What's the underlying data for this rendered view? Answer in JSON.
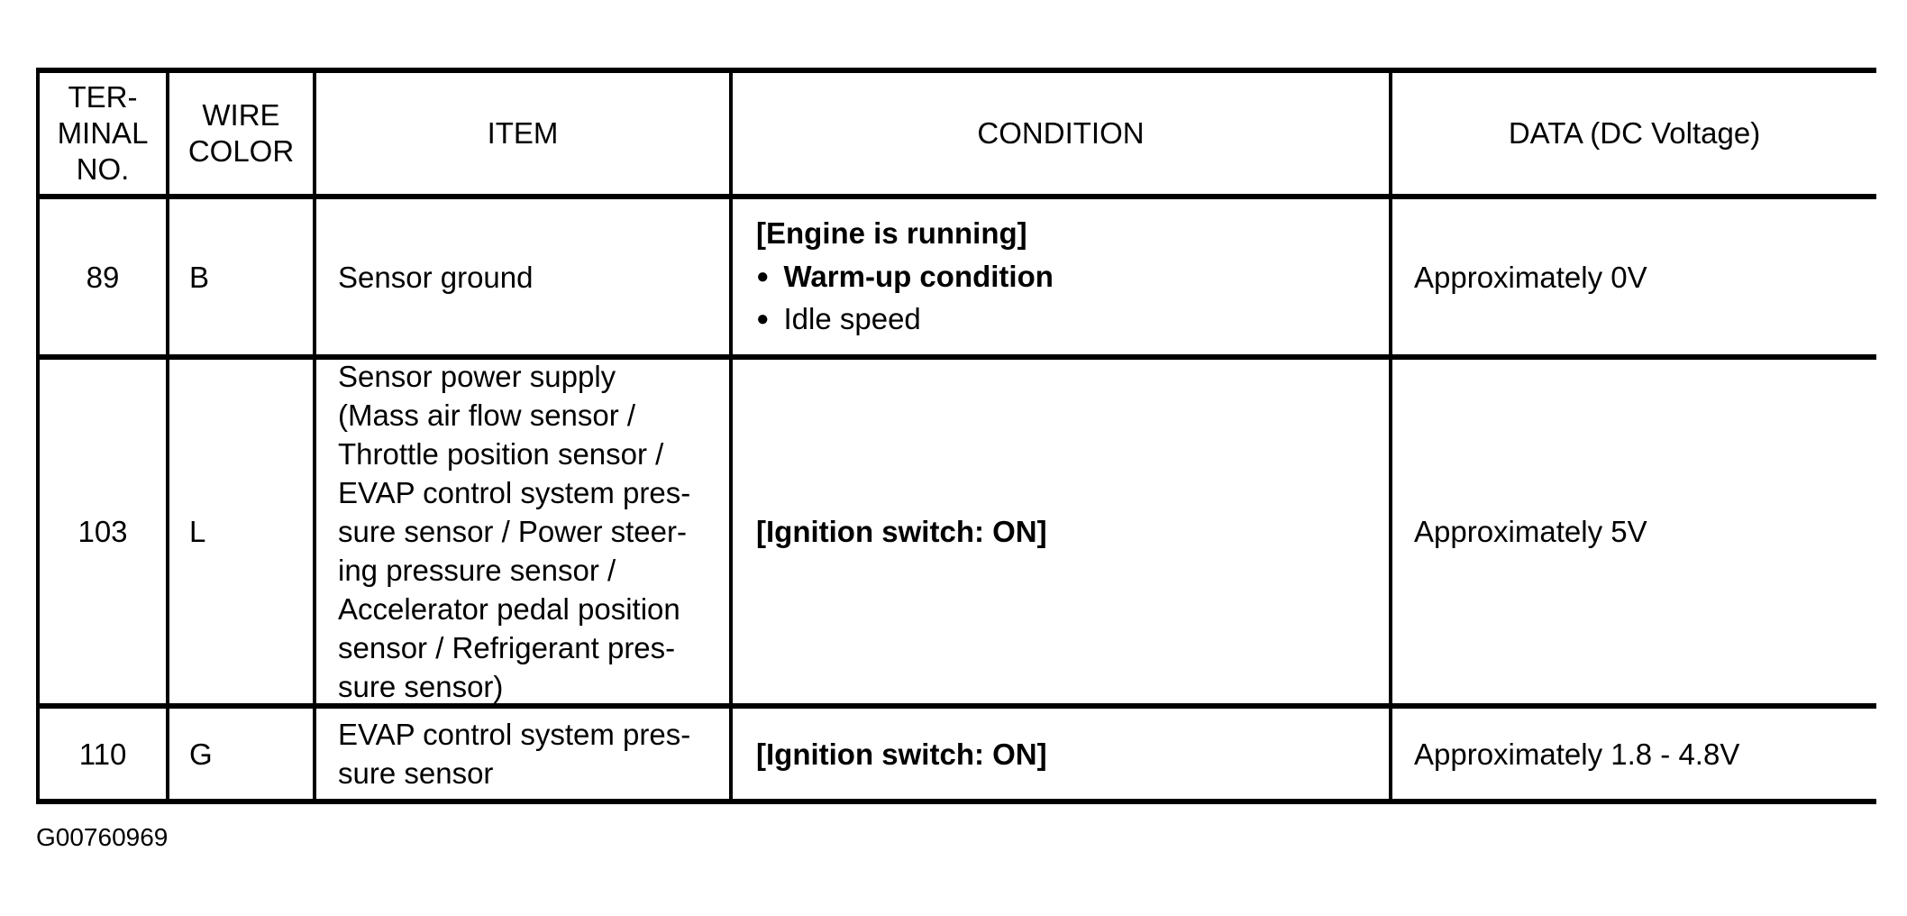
{
  "colors": {
    "ink": "#000000",
    "paper": "#ffffff"
  },
  "icons": {
    "bullet": "●"
  },
  "caption": "G00760969",
  "table": {
    "columns": [
      {
        "label": "TER-\nMINAL\nNO."
      },
      {
        "label": "WIRE\nCOLOR"
      },
      {
        "label": "ITEM"
      },
      {
        "label": "CONDITION"
      },
      {
        "label": "DATA (DC Voltage)"
      }
    ],
    "rows": [
      {
        "terminal": "89",
        "wire_color": "B",
        "item": "Sensor ground",
        "condition": {
          "heading": "[Engine is running]",
          "bullets": [
            {
              "text": "Warm-up condition",
              "bold": true
            },
            {
              "text": "Idle speed",
              "bold": false
            }
          ]
        },
        "data": "Approximately 0V"
      },
      {
        "terminal": "103",
        "wire_color": "L",
        "item": "Sensor power supply\n(Mass air flow sensor /\nThrottle position sensor /\nEVAP control system pres-\nsure sensor / Power steer-\ning pressure sensor /\nAccelerator pedal position\nsensor / Refrigerant pres-\nsure sensor)",
        "condition": {
          "heading": "[Ignition switch: ON]"
        },
        "data": "Approximately 5V"
      },
      {
        "terminal": "110",
        "wire_color": "G",
        "item": "EVAP control system pres-\nsure sensor",
        "condition": {
          "heading": "[Ignition switch: ON]"
        },
        "data": "Approximately 1.8 - 4.8V"
      }
    ]
  }
}
